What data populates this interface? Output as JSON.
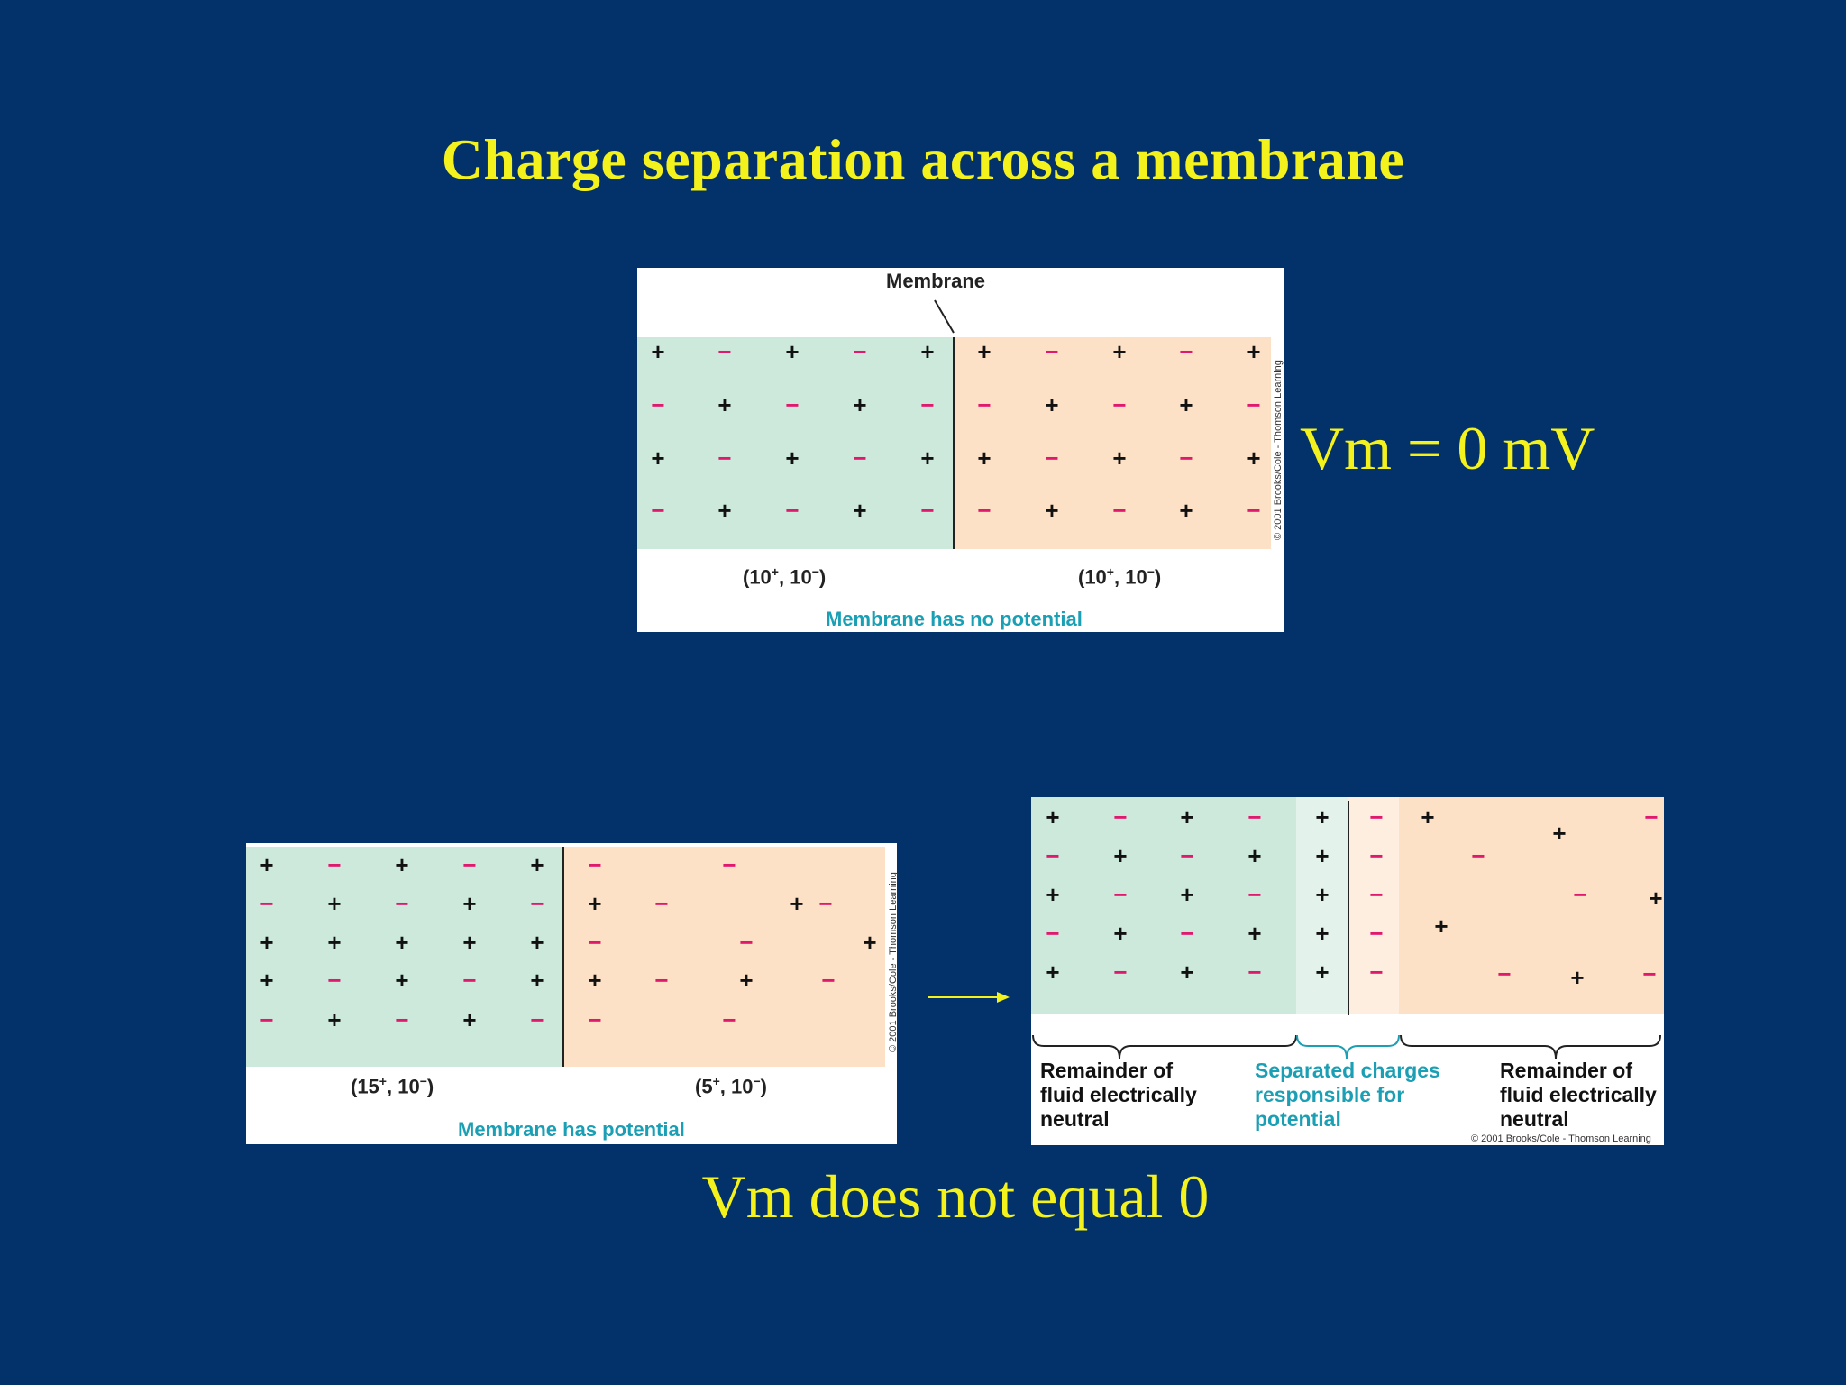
{
  "title": "Charge separation across a membrane",
  "vm_zero": "Vm = 0 mV",
  "vm_not": "Vm does not equal 0",
  "top_panel": {
    "membrane_label": "Membrane",
    "left_count": "(10+, 10−)",
    "right_count": "(10+, 10−)",
    "caption": "Membrane has no potential",
    "copyright": "© 2001 Brooks/Cole - Thomson Learning"
  },
  "bottom_left_panel": {
    "left_count": "(15+, 10−)",
    "right_count": "(5+, 10−)",
    "caption": "Membrane has potential",
    "copyright": "© 2001 Brooks/Cole - Thomson Learning"
  },
  "bottom_right_panel": {
    "left_text": "Remainder of fluid electrically neutral",
    "middle_text": "Separated charges responsible for potential",
    "right_text": "Remainder of fluid electrically neutral",
    "copyright": "© 2001 Brooks/Cole - Thomson Learning"
  },
  "colors": {
    "background": "#03326a",
    "title": "#f4f21c",
    "inside_fluid": "#cde9dc",
    "outside_fluid": "#fde1c6",
    "negative_ion": "#e0196e",
    "caption": "#1a9fb4"
  }
}
